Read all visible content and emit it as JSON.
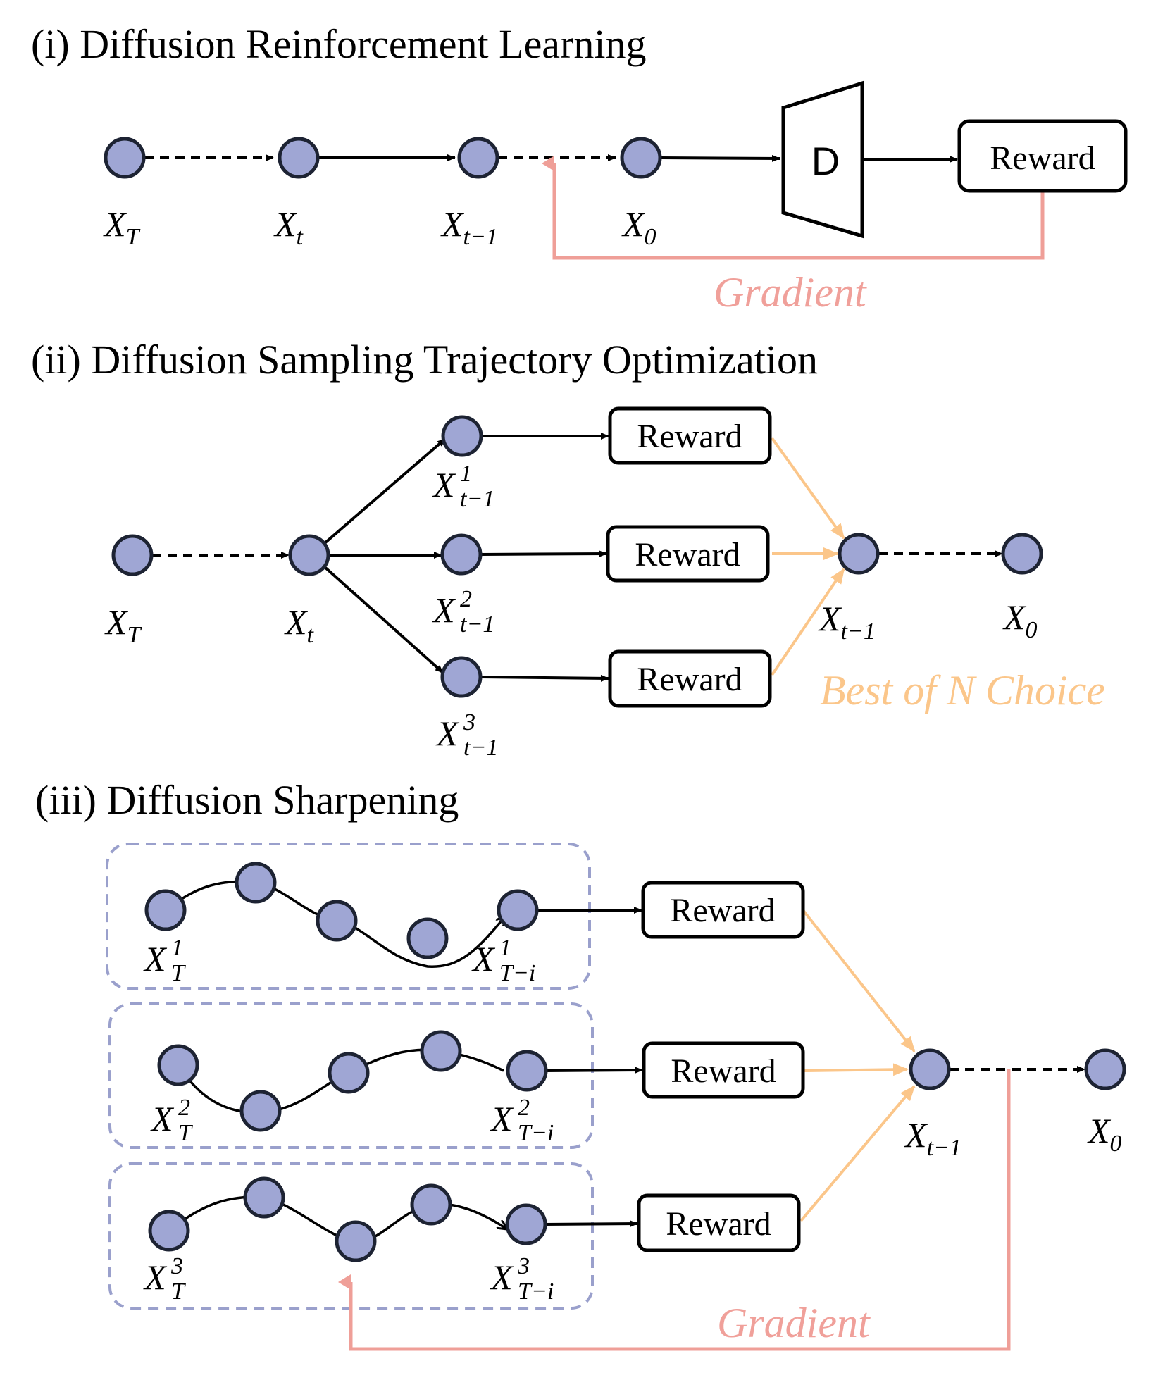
{
  "titles": {
    "i": "(i) Diffusion Reinforcement Learning",
    "ii": "(ii) Diffusion Sampling Trajectory Optimization",
    "iii": "(iii) Diffusion Sharpening"
  },
  "box_labels": {
    "reward": "Reward",
    "decoder": "D"
  },
  "annotations": {
    "gradient": "Gradient",
    "best_of_n": "Best of N Choice"
  },
  "node_labels": {
    "xT": {
      "base": "X",
      "sub": "T"
    },
    "xt": {
      "base": "X",
      "sub": "t"
    },
    "xt1": {
      "base": "X",
      "sub": "t−1"
    },
    "x0": {
      "base": "X",
      "sub": "0"
    },
    "xt1_1": {
      "base": "X",
      "sup": "1",
      "sub": "t−1"
    },
    "xt1_2": {
      "base": "X",
      "sup": "2",
      "sub": "t−1"
    },
    "xt1_3": {
      "base": "X",
      "sup": "3",
      "sub": "t−1"
    },
    "xT_1": {
      "base": "X",
      "sup": "1",
      "sub": "T"
    },
    "xT_2": {
      "base": "X",
      "sup": "2",
      "sub": "T"
    },
    "xT_3": {
      "base": "X",
      "sup": "3",
      "sub": "T"
    },
    "xTi_1": {
      "base": "X",
      "sup": "1",
      "sub": "T−i"
    },
    "xTi_2": {
      "base": "X",
      "sup": "2",
      "sub": "T−i"
    },
    "xTi_3": {
      "base": "X",
      "sup": "3",
      "sub": "T−i"
    }
  },
  "colors": {
    "node_fill": "#9fa6d4",
    "node_stroke": "#1d2333",
    "gradient": "#ef9f98",
    "best_of_n": "#fbc68a",
    "group_border": "#9aa0cc"
  }
}
